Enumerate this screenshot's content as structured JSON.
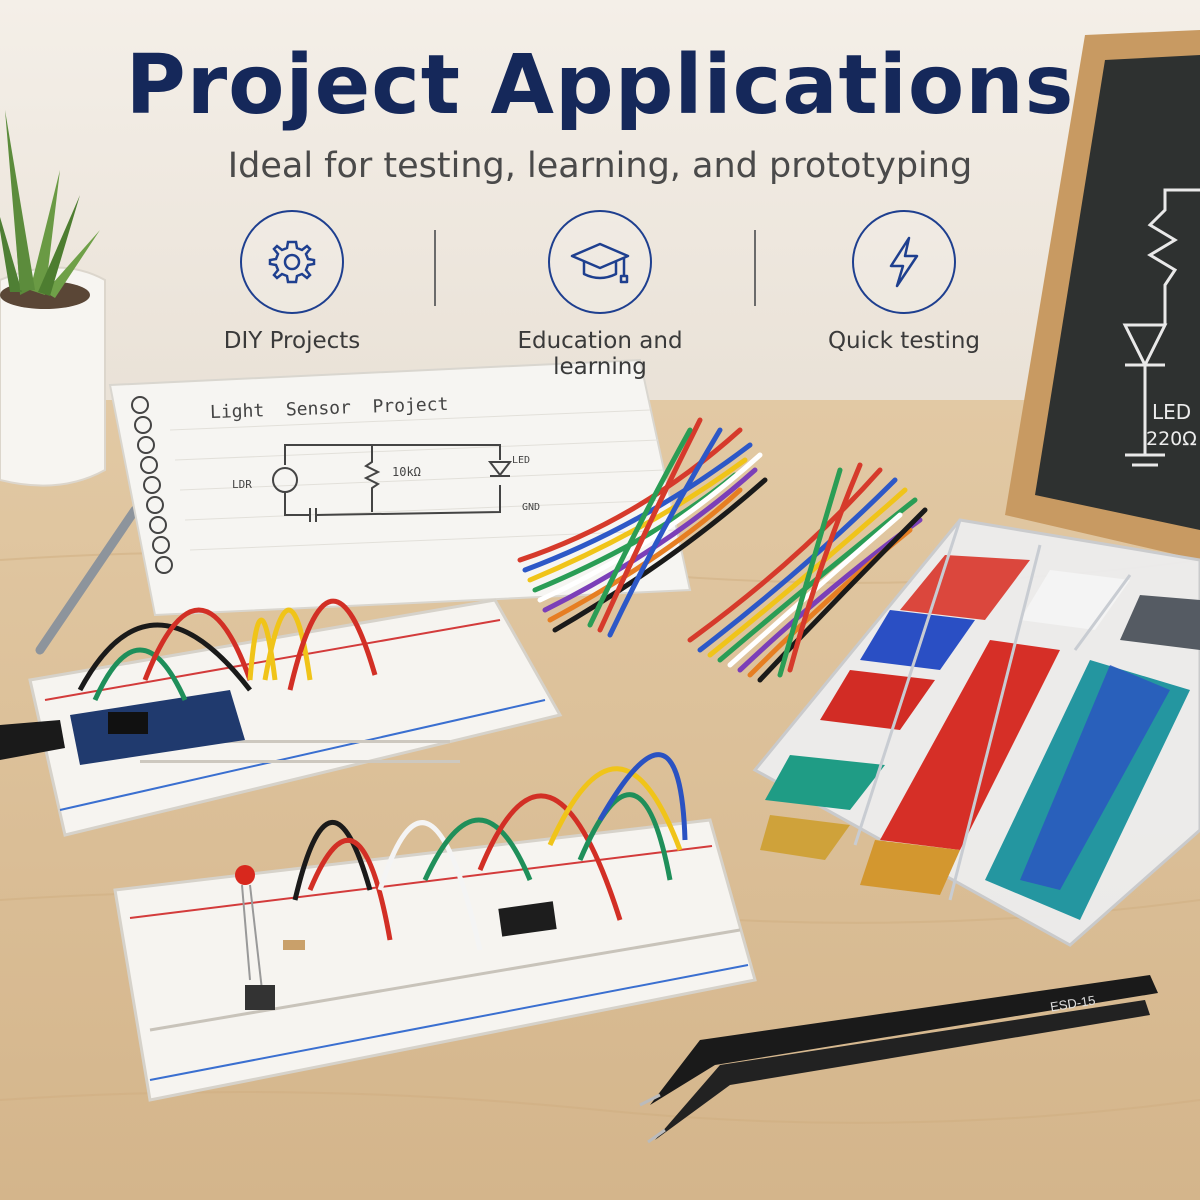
{
  "header": {
    "title": "Project Applications",
    "subtitle": "Ideal for testing, learning, and prototyping"
  },
  "features": [
    {
      "label": "DIY Projects",
      "icon": "gear-icon"
    },
    {
      "label": "Education and learning",
      "icon": "graduation-cap-icon"
    },
    {
      "label": "Quick testing",
      "icon": "lightning-bolt-icon"
    }
  ],
  "notebook": {
    "heading": "Light  Sensor  Project",
    "ldr_label": "LDR",
    "resistor_label": "10kΩ",
    "led_label": "LED",
    "gnd_label": "GND"
  },
  "chalkboard": {
    "led_label": "LED",
    "value_label": "220Ω"
  },
  "tweezers": {
    "model": "ESD-15"
  },
  "colors": {
    "title": "#15285a",
    "icon_stroke": "#1e3f8f",
    "subtitle": "#4a4a4a",
    "desk": "#dcc09a",
    "wall": "#f0ebe3"
  }
}
